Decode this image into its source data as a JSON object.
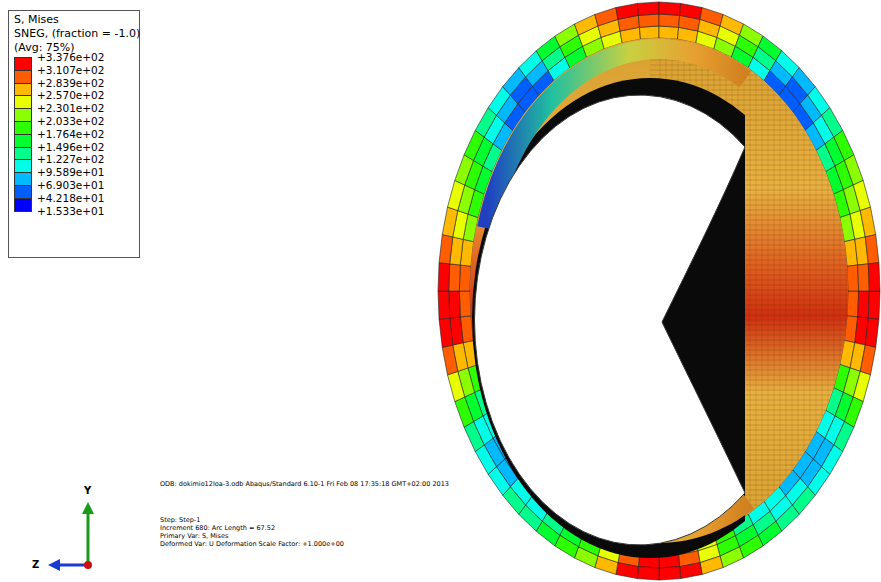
{
  "diagram": {
    "labels": [
      "S, Mises",
      "SNEG, (fraction = -1.0)",
      "(Avg: 75%)",
      "+1.533e+01",
      "Y",
      "Z",
      "ODB: dokimio12loa-3.odb    Abaqus/Standard 6.10-1    Fri Feb 08 17:35:18 GMT+02:00 2013",
      "Step: Step-1",
      "Increment    680: Arc Length =    67.52",
      "Primary Var: S, Mises",
      "Deformed Var: U   Deformation Scale Factor: +1.000e+00"
    ],
    "legend": [
      {
        "text": "+3.376e+02",
        "color": "#ff0000"
      },
      {
        "text": "+3.107e+02",
        "color": "#ff5d00"
      },
      {
        "text": "+2.839e+02",
        "color": "#ffb900"
      },
      {
        "text": "+2.570e+02",
        "color": "#e8ff00"
      },
      {
        "text": "+2.301e+02",
        "color": "#8bff00"
      },
      {
        "text": "+2.033e+02",
        "color": "#2eff00"
      },
      {
        "text": "+1.764e+02",
        "color": "#00ff2e"
      },
      {
        "text": "+1.496e+02",
        "color": "#00ff8b"
      },
      {
        "text": "+1.227e+02",
        "color": "#00ffe8"
      },
      {
        "text": "+9.589e+01",
        "color": "#00b9ff"
      },
      {
        "text": "+6.903e+01",
        "color": "#005dff"
      },
      {
        "text": "+4.218e+01",
        "color": "#0000ff"
      }
    ]
  }
}
